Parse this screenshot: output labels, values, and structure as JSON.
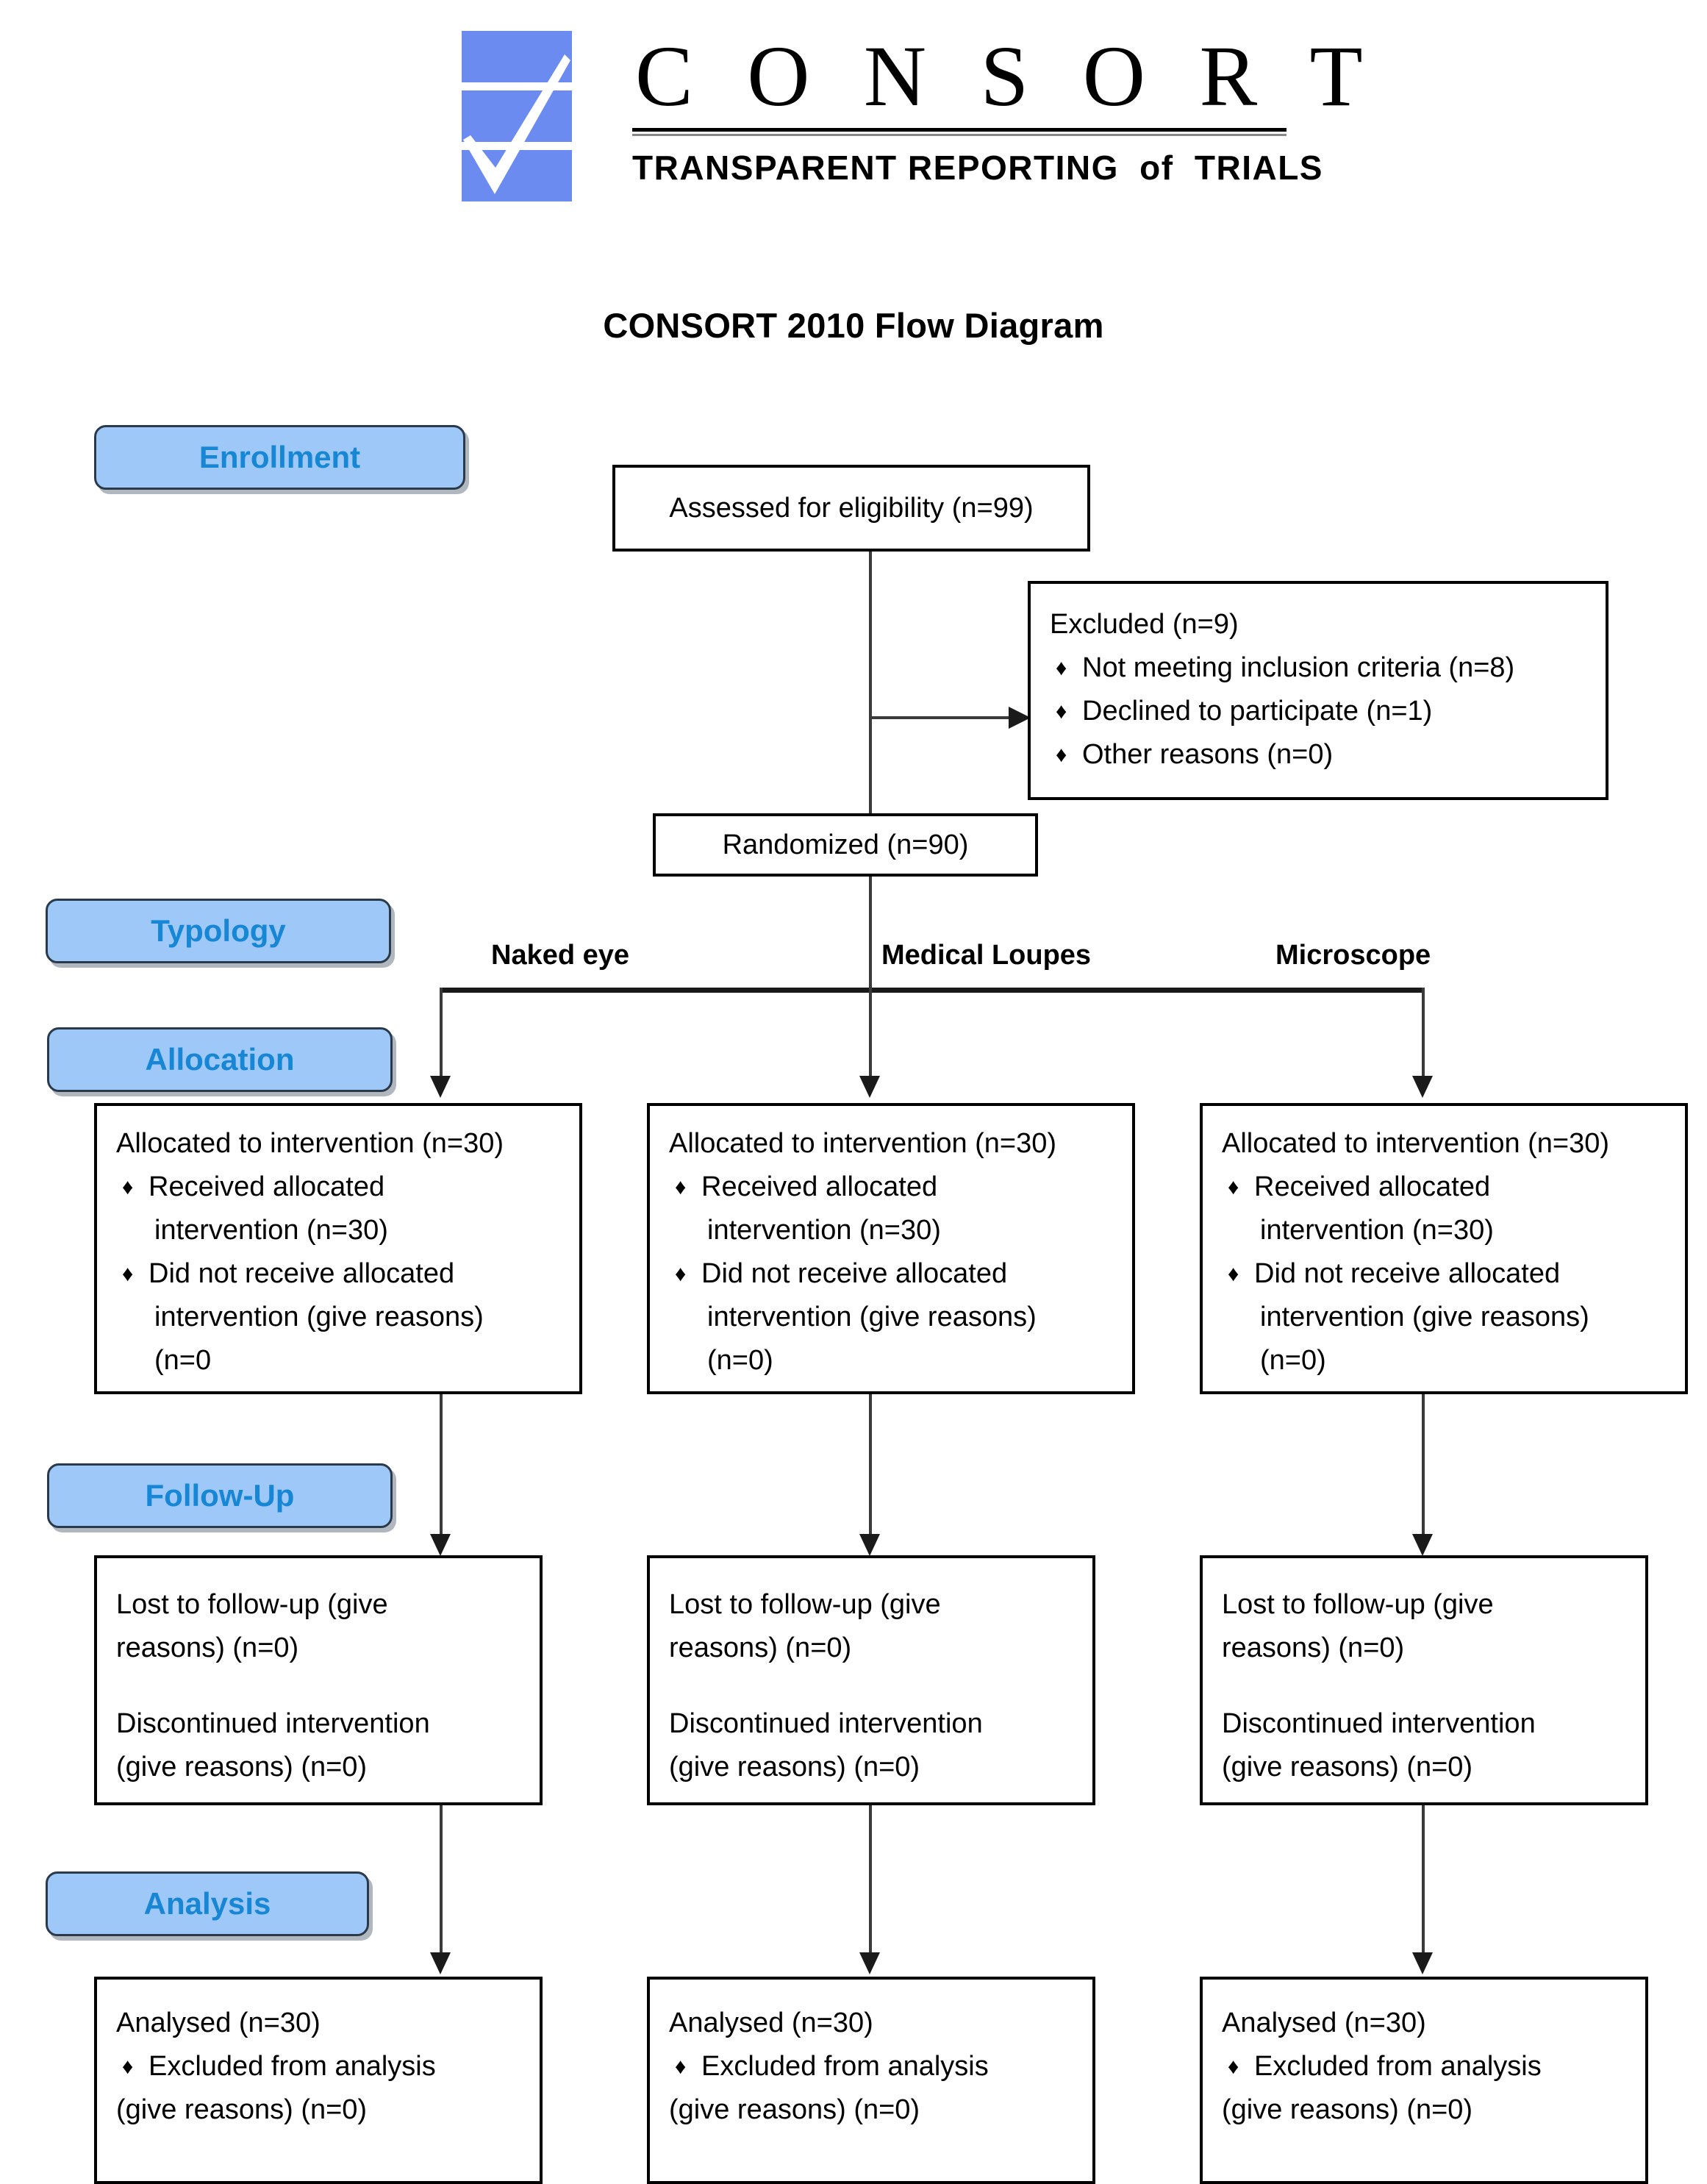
{
  "logo": {
    "wordmark": "C O N S O R T",
    "tagline_main": "TRANSPARENT REPORTING",
    "tagline_of": "of",
    "tagline_end": "TRIALS",
    "mark_color": "#6B8BF0",
    "alt": "consort-logo"
  },
  "title": "CONSORT 2010 Flow Diagram",
  "stages": {
    "enrollment": "Enrollment",
    "typology": "Typology",
    "allocation": "Allocation",
    "followup": "Follow-Up",
    "analysis": "Analysis"
  },
  "stage_colors": {
    "fill": "#9DC8F8",
    "border": "#2b3a4a",
    "text": "#1786D4"
  },
  "enrollment": {
    "assessed": "Assessed for eligibility (n=99)",
    "excluded_heading": "Excluded  (n=9)",
    "excluded_reasons": [
      "Not meeting inclusion criteria (n=8)",
      "Declined to participate (n=1)",
      "Other reasons (n=0)"
    ],
    "randomized": "Randomized (n=90)"
  },
  "typology_labels": [
    "Naked eye",
    "Medical Loupes",
    "Microscope"
  ],
  "allocation_arms": [
    {
      "heading": "Allocated to intervention (n=30)",
      "b1": "Received allocated",
      "b1_cont": "intervention (n=30)",
      "b2": "Did not receive allocated",
      "b2_cont": "intervention (give reasons)",
      "b2_tail": "(n=0"
    },
    {
      "heading": "Allocated to intervention (n=30)",
      "b1": "Received allocated",
      "b1_cont": "intervention (n=30)",
      "b2": "Did not receive allocated",
      "b2_cont": "intervention (give reasons)",
      "b2_tail": "(n=0)"
    },
    {
      "heading": "Allocated to intervention (n=30)",
      "b1": "Received allocated",
      "b1_cont": "intervention (n=30)",
      "b2": "Did not receive allocated",
      "b2_cont": "intervention (give reasons)",
      "b2_tail": "(n=0)"
    }
  ],
  "followup_arms": [
    {
      "l1": "Lost to follow-up (give",
      "l2": "reasons) (n=0)",
      "l3": "Discontinued intervention",
      "l4": "(give reasons) (n=0)"
    },
    {
      "l1": "Lost to follow-up (give",
      "l2": "reasons) (n=0)",
      "l3": "Discontinued intervention",
      "l4": "(give reasons) (n=0)"
    },
    {
      "l1": "Lost to follow-up (give",
      "l2": "reasons) (n=0)",
      "l3": "Discontinued intervention",
      "l4": "(give reasons) (n=0)"
    }
  ],
  "analysis_arms": [
    {
      "heading": "Analysed  (n=30)",
      "bullet": "Excluded from analysis",
      "tail": "(give reasons) (n=0)"
    },
    {
      "heading": "Analysed  (n=30)",
      "bullet": "Excluded from analysis",
      "tail": "(give reasons) (n=0)"
    },
    {
      "heading": "Analysed  (n=30)",
      "bullet": "Excluded from analysis",
      "tail": "(give reasons) (n=0)"
    }
  ],
  "bullet_glyph": "♦"
}
